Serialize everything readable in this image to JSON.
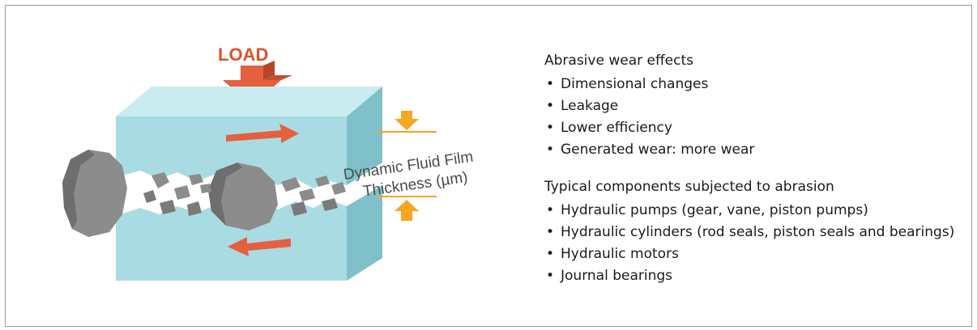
{
  "diagram": {
    "load_label": "LOAD",
    "film_label_line1": "Dynamic Fluid Film",
    "film_label_line2": "Thickness (µm)"
  },
  "sections": [
    {
      "title": "Abrasive wear effects",
      "items": [
        "Dimensional changes",
        "Leakage",
        "Lower efficiency",
        "Generated wear: more wear"
      ]
    },
    {
      "title": "Typical components subjected to abrasion",
      "items": [
        "Hydraulic pumps (gear, vane, piston pumps)",
        "Hydraulic cylinders (rod seals, piston seals and bearings)",
        "Hydraulic motors",
        "Journal bearings"
      ]
    }
  ],
  "colors": {
    "block_front": "#a9dbe3",
    "block_top": "#c9ecf1",
    "block_side": "#7fc0cb",
    "arrow_red": "#e5603e",
    "arrow_orange": "#f5a623",
    "particle": "#8c8c8c",
    "text": "#1a1a1a"
  }
}
